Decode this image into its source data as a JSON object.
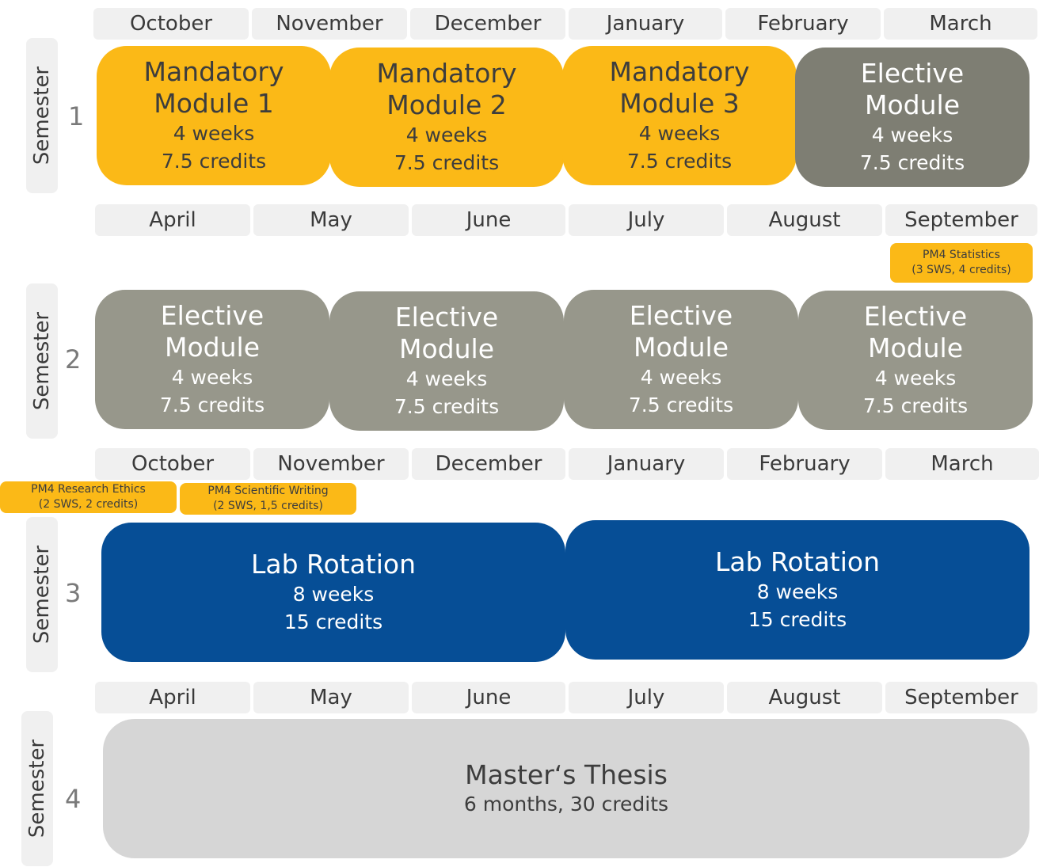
{
  "semesters": [
    {
      "label": "Semester",
      "number": "1",
      "months": [
        "October",
        "November",
        "December",
        "January",
        "February",
        "March"
      ],
      "modules": [
        {
          "title1": "Mandatory",
          "title2": "Module 1",
          "duration": "4 weeks",
          "credits": "7.5 credits",
          "color": "#fbb917"
        },
        {
          "title1": "Mandatory",
          "title2": "Module 2",
          "duration": "4 weeks",
          "credits": "7.5 credits",
          "color": "#fbb917"
        },
        {
          "title1": "Mandatory",
          "title2": "Module 3",
          "duration": "4 weeks",
          "credits": "7.5 credits",
          "color": "#fbb917"
        },
        {
          "title1": "Elective",
          "title2": "Module",
          "duration": "4 weeks",
          "credits": "7.5 credits",
          "color": "#7e7e73"
        }
      ]
    },
    {
      "label": "Semester",
      "number": "2",
      "months": [
        "April",
        "May",
        "June",
        "July",
        "August",
        "September"
      ],
      "modules": [
        {
          "title1": "Elective",
          "title2": "Module",
          "duration": "4 weeks",
          "credits": "7.5 credits",
          "color": "#97978b"
        },
        {
          "title1": "Elective",
          "title2": "Module",
          "duration": "4 weeks",
          "credits": "7.5 credits",
          "color": "#97978b"
        },
        {
          "title1": "Elective",
          "title2": "Module",
          "duration": "4 weeks",
          "credits": "7.5 credits",
          "color": "#97978b"
        },
        {
          "title1": "Elective",
          "title2": "Module",
          "duration": "4 weeks",
          "credits": "7.5 credits",
          "color": "#97978b"
        }
      ],
      "pm4": [
        {
          "line1": "PM4 Statistics",
          "line2": "(3 SWS, 4 credits)"
        }
      ]
    },
    {
      "label": "Semester",
      "number": "3",
      "months": [
        "October",
        "November",
        "December",
        "January",
        "February",
        "March"
      ],
      "pm4": [
        {
          "line1": "PM4 Research Ethics",
          "line2": "(2 SWS, 2 credits)"
        },
        {
          "line1": "PM4 Scientific Writing",
          "line2": "(2 SWS, 1,5 credits)"
        }
      ],
      "modules": [
        {
          "title1": "Lab Rotation",
          "duration": "8 weeks",
          "credits": "15 credits",
          "color": "#064e96"
        },
        {
          "title1": "Lab Rotation",
          "duration": "8 weeks",
          "credits": "15 credits",
          "color": "#064e96"
        }
      ]
    },
    {
      "label": "Semester",
      "number": "4",
      "months": [
        "April",
        "May",
        "June",
        "July",
        "August",
        "September"
      ],
      "modules": [
        {
          "title1": "Master‘s Thesis",
          "duration": "6 months, 30 credits",
          "color": "#d6d6d6"
        }
      ]
    }
  ]
}
